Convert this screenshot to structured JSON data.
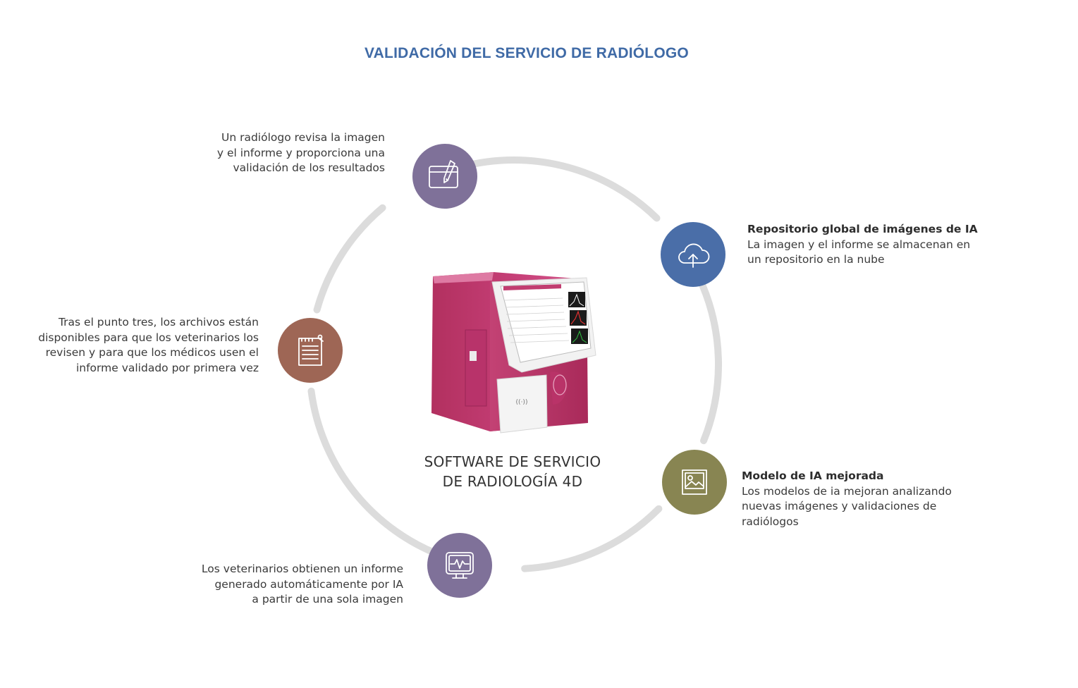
{
  "title": "VALIDACIÓN DEL SERVICIO DE RADIÓLOGO",
  "colors": {
    "title": "#3f6aa6",
    "ring": "#dcdcdc",
    "node_radiologist": "#7f7199",
    "node_repository": "#4a6ea8",
    "node_model": "#888552",
    "node_vets": "#7f7199",
    "node_files": "#9e6655",
    "device_body": "#c13d70"
  },
  "center": {
    "line1": "SOFTWARE DE SERVICIO",
    "line2": "DE RADIOLOGÍA 4D"
  },
  "nodes": {
    "radiologist": {
      "icon": "pen-tablet-icon",
      "lines": [
        "Un radiólogo revisa la imagen",
        "y el informe y proporciona una",
        "validación de los resultados"
      ]
    },
    "repository": {
      "icon": "cloud-upload-icon",
      "heading": "Repositorio global de imágenes de IA",
      "lines": [
        "La imagen y el informe se almacenan en",
        "un repositorio en la nube"
      ]
    },
    "model": {
      "icon": "image-icon",
      "heading": "Modelo de IA mejorada",
      "lines": [
        "Los modelos de ia mejoran analizando",
        "nuevas imágenes y validaciones de",
        "radiólogos"
      ]
    },
    "vets": {
      "icon": "monitor-pulse-icon",
      "lines": [
        "Los veterinarios obtienen un informe",
        "generado automáticamente por IA",
        "a partir de una sola imagen"
      ]
    },
    "files": {
      "icon": "report-document-icon",
      "lines": [
        "Tras el punto tres, los archivos están",
        "disponibles para que los veterinarios los",
        "revisen y para que los médicos usen el",
        "informe validado por primera vez"
      ]
    }
  }
}
